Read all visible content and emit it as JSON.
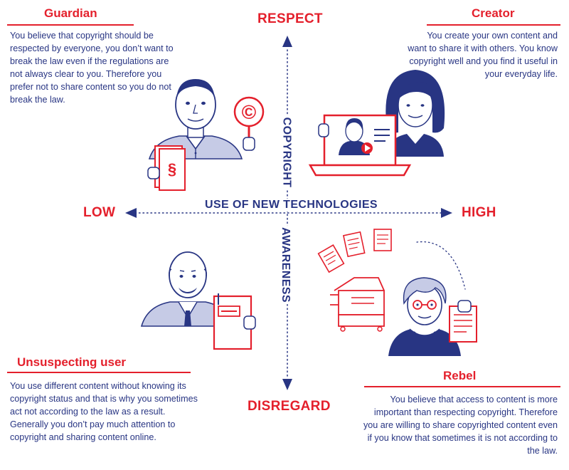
{
  "axes": {
    "top": "RESPECT",
    "bottom": "DISREGARD",
    "left": "LOW",
    "right": "HIGH",
    "horizontal_label": "USE OF NEW TECHNOLOGIES",
    "vertical_label_top": "COPYRIGHT",
    "vertical_label_bottom": "AWARENESS"
  },
  "quadrants": {
    "guardian": {
      "title": "Guardian",
      "description": "You believe that copyright should be respected by everyone, you don’t want to break the law even if the regulations are not always clear to you. Therefore you prefer not to share content so you do not break the law."
    },
    "creator": {
      "title": "Creator",
      "description": "You create your own content and want to share it with others. You know copyright well and you find it useful in your everyday life."
    },
    "unsuspecting": {
      "title": "Unsuspecting user",
      "description": "You use different content without knowing its copyright status and that is why you sometimes act not according to the law as a result. Generally you don’t pay much attention to copyright and sharing content online."
    },
    "rebel": {
      "title": "Rebel",
      "description": "You believe that access to content is more important than respecting copyright. Therefore you are willing to share copyrighted content even if you know that sometimes it is not according to the law."
    }
  },
  "icons": {
    "copyright_sign": "©",
    "section_sign": "§"
  },
  "colors": {
    "red": "#e4202c",
    "blue": "#283583",
    "light_blue": "#c6cbe6"
  }
}
